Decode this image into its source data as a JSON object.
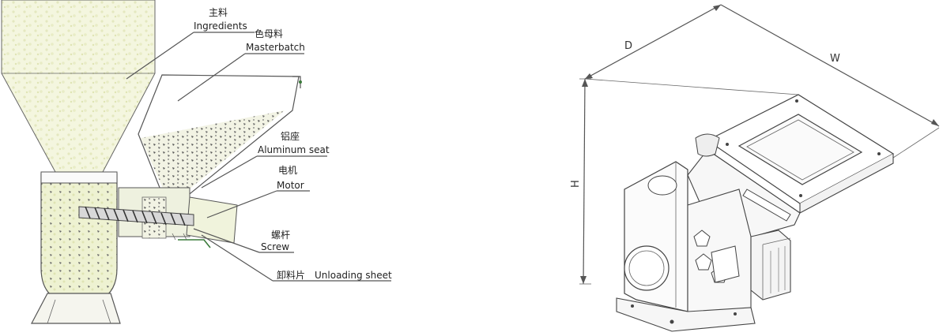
{
  "left_diagram": {
    "labels": {
      "ingredients_cn": "主料",
      "ingredients_en": "Ingredients",
      "masterbatch_cn": "色母料",
      "masterbatch_en": "Masterbatch",
      "aluminum_seat_cn": "铝座",
      "aluminum_seat_en": "Aluminum seat",
      "motor_cn": "电机",
      "motor_en": "Motor",
      "screw_cn": "螺杆",
      "screw_en": "Screw",
      "unloading_cn": "卸料片",
      "unloading_en": "Unloading sheet"
    },
    "colors": {
      "granule_fill": "#f3f5dc",
      "pellet": "#6b6b6b",
      "frame": "#555555"
    }
  },
  "right_diagram": {
    "dimensions": {
      "depth": "D",
      "width": "W",
      "height": "H"
    }
  }
}
